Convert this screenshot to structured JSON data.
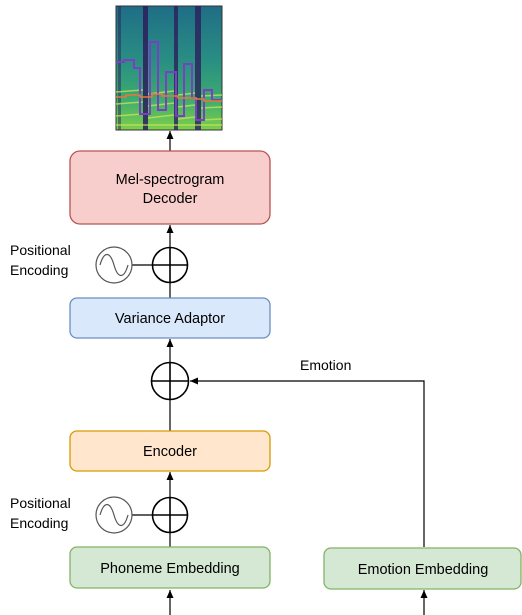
{
  "diagram": {
    "blocks": {
      "mel_decoder": {
        "line1": "Mel-spectrogram",
        "line2": "Decoder",
        "fill": "#f8cecc",
        "stroke": "#b85450"
      },
      "variance_adaptor": {
        "label": "Variance Adaptor",
        "fill": "#dae8fc",
        "stroke": "#6c8ebf"
      },
      "encoder": {
        "label": "Encoder",
        "fill": "#ffe6cc",
        "stroke": "#d79b00"
      },
      "phoneme_embedding": {
        "label": "Phoneme Embedding",
        "fill": "#d5e8d4",
        "stroke": "#82b366"
      },
      "emotion_embedding": {
        "label": "Emotion Embedding",
        "fill": "#d5e8d4",
        "stroke": "#82b366"
      }
    },
    "positional_encoding_upper": {
      "line1": "Positional",
      "line2": "Encoding"
    },
    "positional_encoding_lower": {
      "line1": "Positional",
      "line2": "Encoding"
    },
    "emotion_label": "Emotion",
    "spectrogram": {
      "pitch_contour_color": "#e8773a",
      "energy_contour_color": "#7b3fc4"
    }
  }
}
